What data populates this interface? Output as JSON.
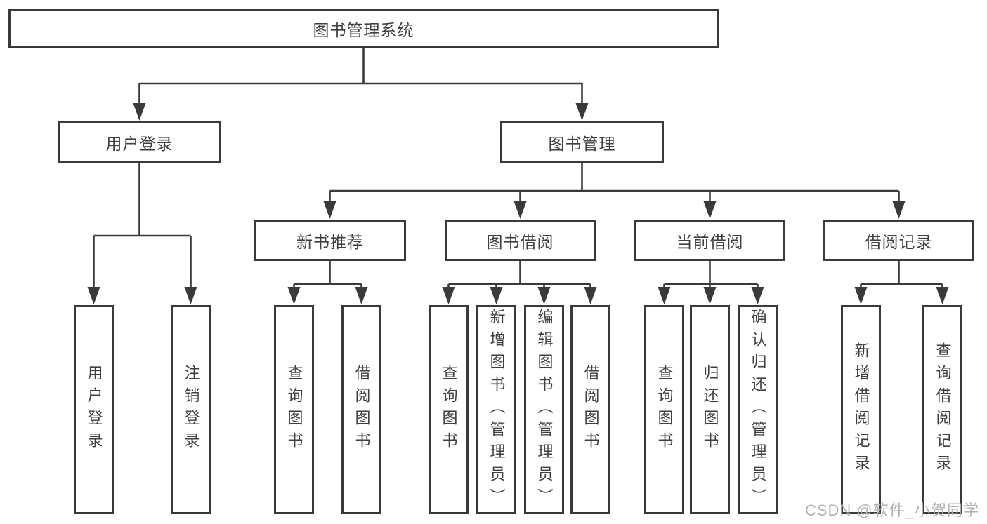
{
  "title": "图书管理系统",
  "tree": {
    "root": {
      "label": "图书管理系统",
      "children": [
        {
          "label": "用户登录",
          "children": [
            {
              "label": "用户登录"
            },
            {
              "label": "注销登录"
            }
          ]
        },
        {
          "label": "图书管理",
          "children": [
            {
              "label": "新书推荐",
              "children": [
                {
                  "label": "查询图书"
                },
                {
                  "label": "借阅图书"
                }
              ]
            },
            {
              "label": "图书借阅",
              "children": [
                {
                  "label": "查询图书"
                },
                {
                  "label": "新增图书（管理员）"
                },
                {
                  "label": "编辑图书（管理员）"
                },
                {
                  "label": "借阅图书"
                }
              ]
            },
            {
              "label": "当前借阅",
              "children": [
                {
                  "label": "查询图书"
                },
                {
                  "label": "归还图书"
                },
                {
                  "label": "确认归还（管理员）"
                }
              ]
            },
            {
              "label": "借阅记录",
              "children": [
                {
                  "label": "新增借阅记录"
                },
                {
                  "label": "查询借阅记录"
                }
              ]
            }
          ]
        }
      ]
    }
  },
  "watermark": {
    "text": "CSDN @软件_小贺同学"
  },
  "colors": {
    "line": "#3a3a3a",
    "text": "#3f3f3f",
    "watermark": "#b2b2b2",
    "background": "#ffffff"
  }
}
